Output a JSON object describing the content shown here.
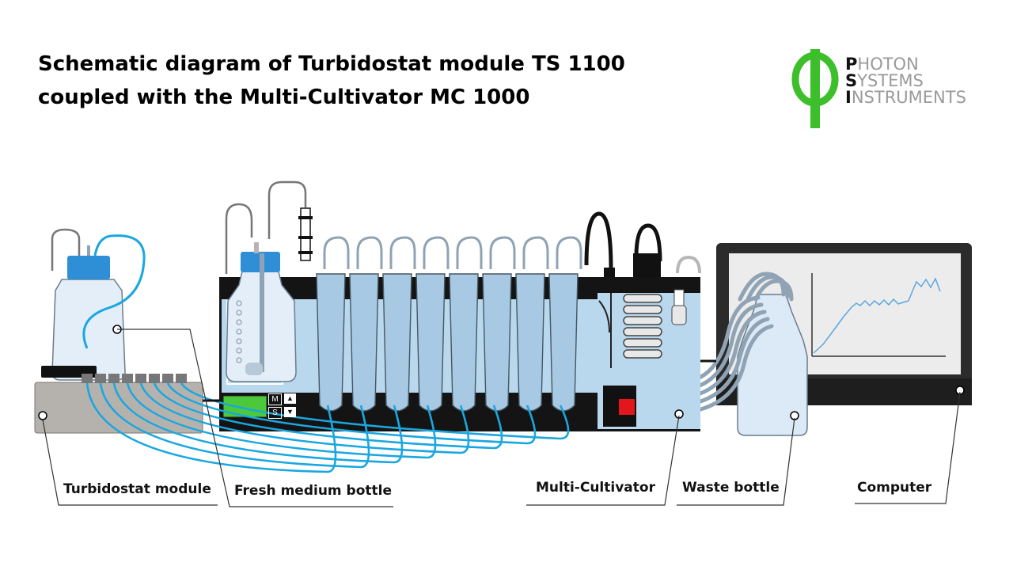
{
  "title": {
    "line1": "Schematic diagram of Turbidostat module TS 1100",
    "line2": "coupled with the Multi-Cultivator MC 1000"
  },
  "logo": {
    "line1_initial": "P",
    "line1_rest": "HOTON",
    "line2_initial": "S",
    "line2_rest": "YSTEMS",
    "line3_initial": "I",
    "line3_rest": "NSTRUMENTS",
    "icon": "phi-logo-icon"
  },
  "callouts": {
    "turbidostat": "Turbidostat module",
    "fresh_medium": "Fresh medium bottle",
    "multi_cultivator": "Multi-Cultivator",
    "waste": "Waste bottle",
    "computer": "Computer"
  },
  "control_panel": {
    "mode_key": "M",
    "set_key": "S",
    "up_key": "▲",
    "down_key": "▼"
  },
  "colors": {
    "tube_blue": "#1aa7e0",
    "tube_grey": "#8fa3b4",
    "water": "#b9d8ee",
    "cap_blue": "#2f8fd6",
    "logo_green": "#3cbf2a",
    "logo_grey": "#9a9a9a",
    "display_green": "#4cc93a",
    "indicator_red": "#e3161b"
  }
}
